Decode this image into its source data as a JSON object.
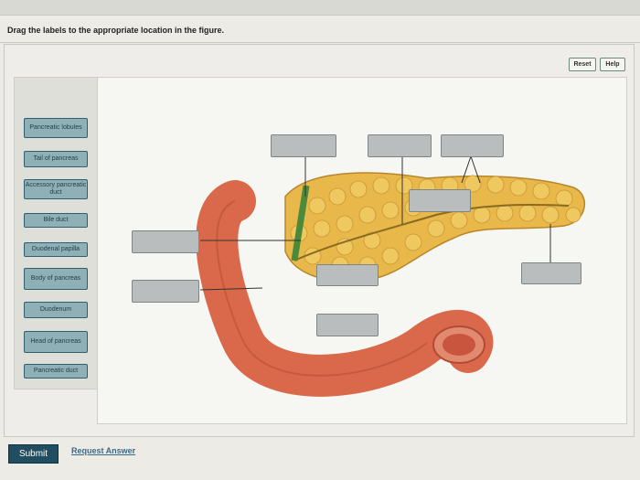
{
  "instruction": "Drag the labels to the appropriate location in the figure.",
  "controls": {
    "reset_label": "Reset",
    "help_label": "Help"
  },
  "labels": [
    "Pancreatic lobules",
    "Tail of pancreas",
    "Accessory pancreatic duct",
    "Bile duct",
    "Duodenal papilla",
    "Body of pancreas",
    "Duodenum",
    "Head of pancreas",
    "Pancreatic duct"
  ],
  "footer": {
    "submit_label": "Submit",
    "request_answer_label": "Request Answer"
  },
  "colors": {
    "chip": "#8fb0b6",
    "chip_border": "#2f5f6c",
    "submit": "#214d60",
    "pancreas": "#e8b84a",
    "duodenum": "#d9694a"
  }
}
